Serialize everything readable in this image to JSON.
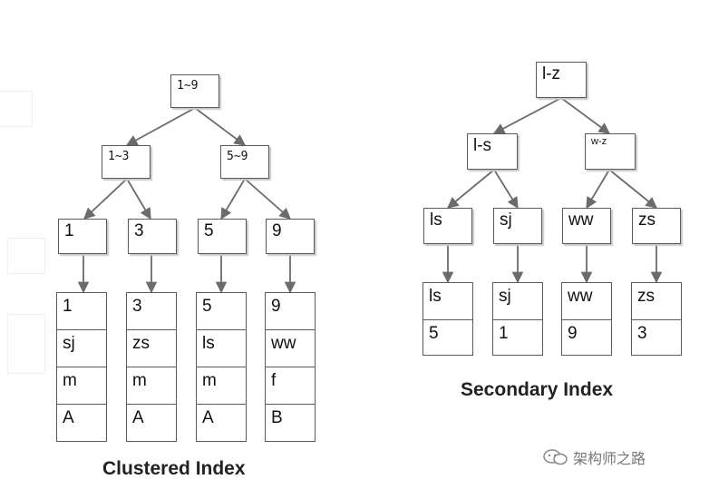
{
  "clustered": {
    "caption": "Clustered Index",
    "root": "1~9",
    "level1": [
      "1~3",
      "5~9"
    ],
    "leaves": [
      "1",
      "3",
      "5",
      "9"
    ],
    "records": [
      [
        "1",
        "sj",
        "m",
        "A"
      ],
      [
        "3",
        "zs",
        "m",
        "A"
      ],
      [
        "5",
        "ls",
        "m",
        "A"
      ],
      [
        "9",
        "ww",
        "f",
        "B"
      ]
    ]
  },
  "secondary": {
    "caption": "Secondary Index",
    "root": "l-z",
    "level1": [
      "l-s",
      "w-z"
    ],
    "leaves": [
      "ls",
      "sj",
      "ww",
      "zs"
    ],
    "records": [
      [
        "ls",
        "5"
      ],
      [
        "sj",
        "1"
      ],
      [
        "ww",
        "9"
      ],
      [
        "zs",
        "3"
      ]
    ]
  },
  "watermark": {
    "text": "架构师之路",
    "icon": "wechat-icon"
  },
  "colors": {
    "border": "#5a5a5a",
    "arrow": "#6b6b6b",
    "ghost": "#e3e3e3"
  }
}
